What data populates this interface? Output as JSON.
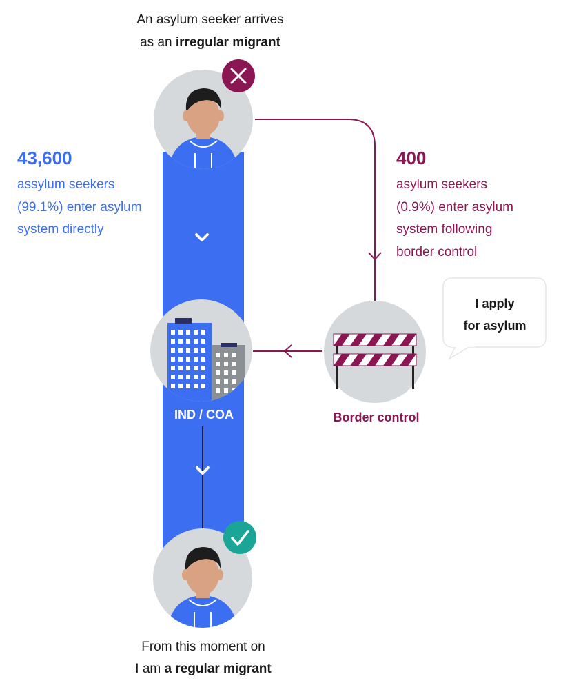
{
  "top_caption": {
    "line1": "An asylum seeker arrives",
    "line2_prefix": "as an ",
    "line2_bold": "irregular migrant"
  },
  "left_stat": {
    "number": "43,600",
    "line1": "assylum seekers",
    "line2": "(99.1%) enter asylum",
    "line3": "system directly"
  },
  "right_stat": {
    "number": "400",
    "line1": "asylum seekers",
    "line2": "(0.9%) enter asylum",
    "line3": "system following",
    "line4": "border control"
  },
  "ind_label": "IND / COA",
  "border_label": "Border control",
  "speech_bubble": {
    "line1": "I apply",
    "line2": "for asylum"
  },
  "bottom_caption": {
    "line1": "From this moment on",
    "line2_prefix": "I am ",
    "line2_bold": "a regular migrant"
  },
  "colors": {
    "blue": "#3b6ef0",
    "maroon": "#8b1654",
    "teal": "#1aa597",
    "circle": "#d6d9db",
    "skin": "#d9a283",
    "hair": "#1d1d1d"
  },
  "icons": [
    "cross-icon",
    "check-icon",
    "chevron-down-icon",
    "arrow-left-icon",
    "building-icon",
    "barrier-icon",
    "person-icon"
  ]
}
